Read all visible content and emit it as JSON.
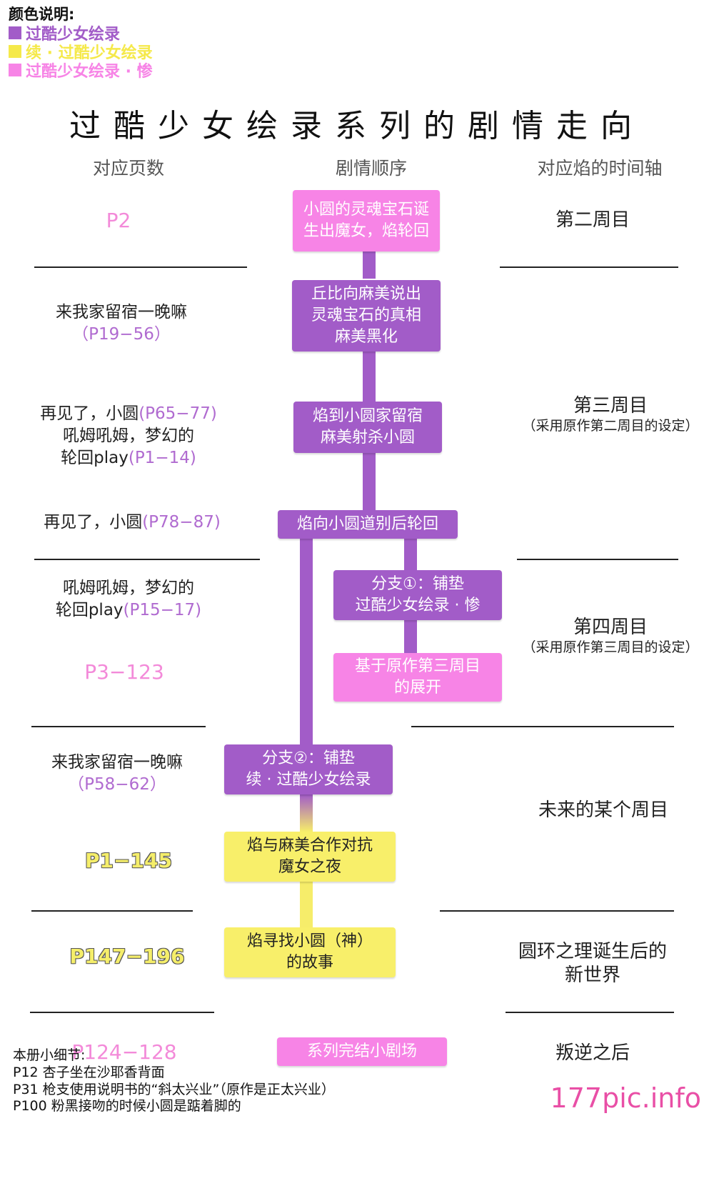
{
  "legend": {
    "title": "颜色说明:",
    "items": [
      {
        "label": "过酷少女绘录",
        "color": "#a25cc8"
      },
      {
        "label": "续 · 过酷少女绘录",
        "color": "#f5e94a"
      },
      {
        "label": "过酷少女绘录 · 惨",
        "color": "#f784e6"
      }
    ]
  },
  "title": "过酷少女绘录系列的剧情走向",
  "columns": {
    "pages": "对应页数",
    "plot": "剧情顺序",
    "timeline": "对应焰的时间轴"
  },
  "plot_nodes": [
    {
      "text": "小圆的灵魂宝石诞\n生出魔女，焰轮回"
    },
    {
      "text": "丘比向麻美说出\n灵魂宝石的真相\n麻美黑化"
    },
    {
      "text": "焰到小圆家留宿\n麻美射杀小圆"
    },
    {
      "text": "焰向小圆道别后轮回"
    },
    {
      "text": "分支①：铺垫\n过酷少女绘录 · 惨"
    },
    {
      "text": "基于原作第三周目\n的展开"
    },
    {
      "text": "分支②：铺垫\n续 · 过酷少女绘录"
    },
    {
      "text": "焰与麻美合作对抗\n魔女之夜"
    },
    {
      "text": "焰寻找小圆（神）\n的故事"
    },
    {
      "text": "系列完结小剧场"
    }
  ],
  "pages": [
    {
      "label": "P2"
    },
    {
      "title": "来我家留宿一晚嘛",
      "ref": "（P19−56）"
    },
    {
      "line1_text": "再见了，小圆",
      "line1_ref": "(P65−77)",
      "line2": "吼姆吼姆，梦幻的",
      "line3_text": "轮回play",
      "line3_ref": "(P1−14)"
    },
    {
      "text": "再见了，小圆",
      "ref": "(P78−87)"
    },
    {
      "line1": "吼姆吼姆，梦幻的",
      "line2_text": "轮回play",
      "line2_ref": "(P15−17)"
    },
    {
      "label": "P3−123"
    },
    {
      "title": "来我家留宿一晚嘛",
      "ref": "（P58−62）"
    },
    {
      "label": "P1−145"
    },
    {
      "label": "P147−196"
    },
    {
      "label": "P124−128"
    }
  ],
  "timeline": [
    {
      "title": "第二周目"
    },
    {
      "title": "第三周目",
      "sub": "（采用原作第二周目的设定）"
    },
    {
      "title": "第四周目",
      "sub": "（采用原作第三周目的设定）"
    },
    {
      "title": "未来的某个周目"
    },
    {
      "title": "圆环之理诞生后的\n新世界"
    },
    {
      "title": "叛逆之后"
    }
  ],
  "notes": {
    "heading": "本册小细节:",
    "items": [
      "P12 杏子坐在沙耶香背面",
      "P31 枪支使用说明书的“斜太兴业”（原作是正太兴业）",
      "P100 粉黑接吻的时候小圆是踮着脚的"
    ]
  },
  "watermark": "177pic.info"
}
